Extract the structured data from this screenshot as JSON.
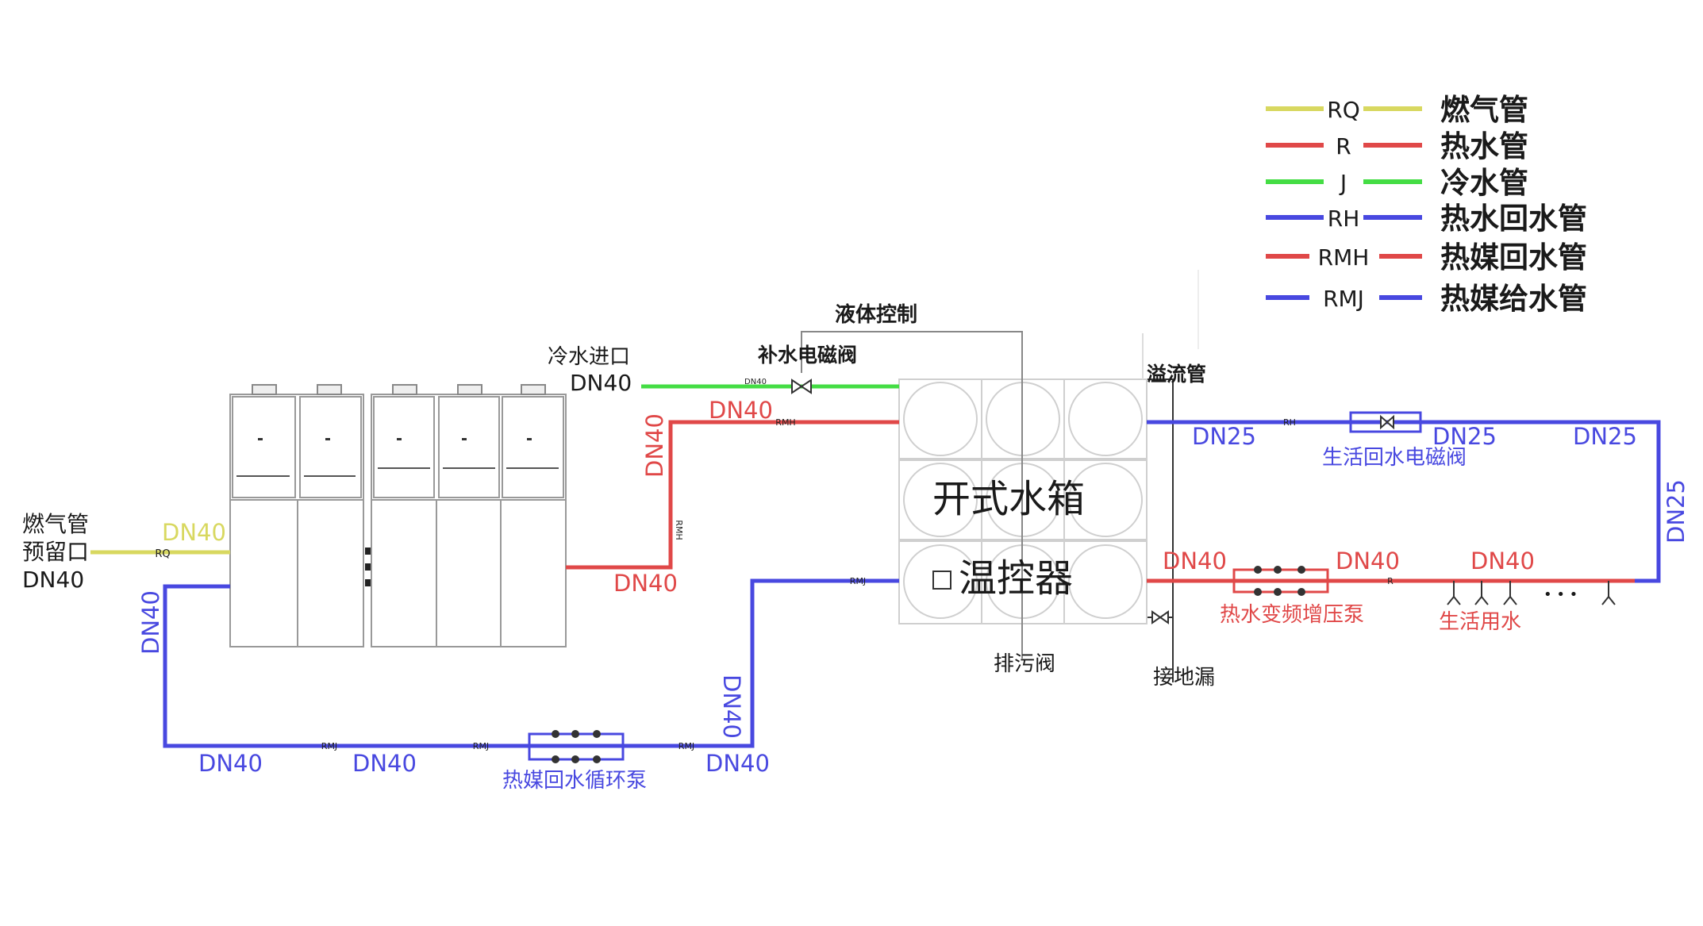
{
  "legend": [
    {
      "code": "RQ",
      "name": "燃气管",
      "color": "#d8d860"
    },
    {
      "code": "R",
      "name": "热水管",
      "color": "#e04848"
    },
    {
      "code": "J",
      "name": "冷水管",
      "color": "#44dd44"
    },
    {
      "code": "RH",
      "name": "热水回水管",
      "color": "#4848e0"
    },
    {
      "code": "RMH",
      "name": "热媒回水管",
      "color": "#e04848"
    },
    {
      "code": "RMJ",
      "name": "热媒给水管",
      "color": "#4848e0"
    }
  ],
  "gas_label_l1": "燃气管",
  "gas_label_l2": "预留口",
  "gas_label_l3": "DN40",
  "gas_dn": "DN40",
  "gas_tag": "RQ",
  "cold_inlet_l1": "冷水进口",
  "cold_inlet_l2": "DN40",
  "cold_tag": "DN40",
  "makeup_valve": "补水电磁阀",
  "liquid_control": "液体控制",
  "overflow": "溢流管",
  "tank_label": "开式水箱",
  "thermostat": "温控器",
  "drain_valve": "排污阀",
  "floor_drain": "接地漏",
  "dn_rmh_h": "DN40",
  "dn_rmh_v": "DN40",
  "dn_boiler_out": "DN40",
  "rmh_tag": "RMH",
  "rmh_vtag": "RMH",
  "dn_rh_left": "DN25",
  "dn_rh_mid": "DN25",
  "dn_rh_right": "DN25",
  "dn_rh_vert": "DN25",
  "rh_tag": "RH",
  "rh_valve": "生活回水电磁阀",
  "dn_hot_1": "DN40",
  "dn_hot_2": "DN40",
  "dn_hot_3": "DN40",
  "hot_tag": "R",
  "hot_pump": "热水变频增压泵",
  "domestic": "生活用水",
  "ellipsis": "• • •",
  "dn_rmj_left_v": "DN40",
  "dn_rmj_bot_1": "DN40",
  "dn_rmj_bot_2": "DN40",
  "dn_rmj_bot_3": "DN40",
  "dn_rmj_right_v": "DN40",
  "rmj_tag": "RMJ",
  "circ_pump": "热媒回水循环泵",
  "colors": {
    "gas": "#d8d860",
    "hot": "#e04848",
    "cold": "#44dd44",
    "ret": "#4848e0",
    "equip": "#999999",
    "tank": "#cfcfcf",
    "text": "#1a1a1a"
  }
}
